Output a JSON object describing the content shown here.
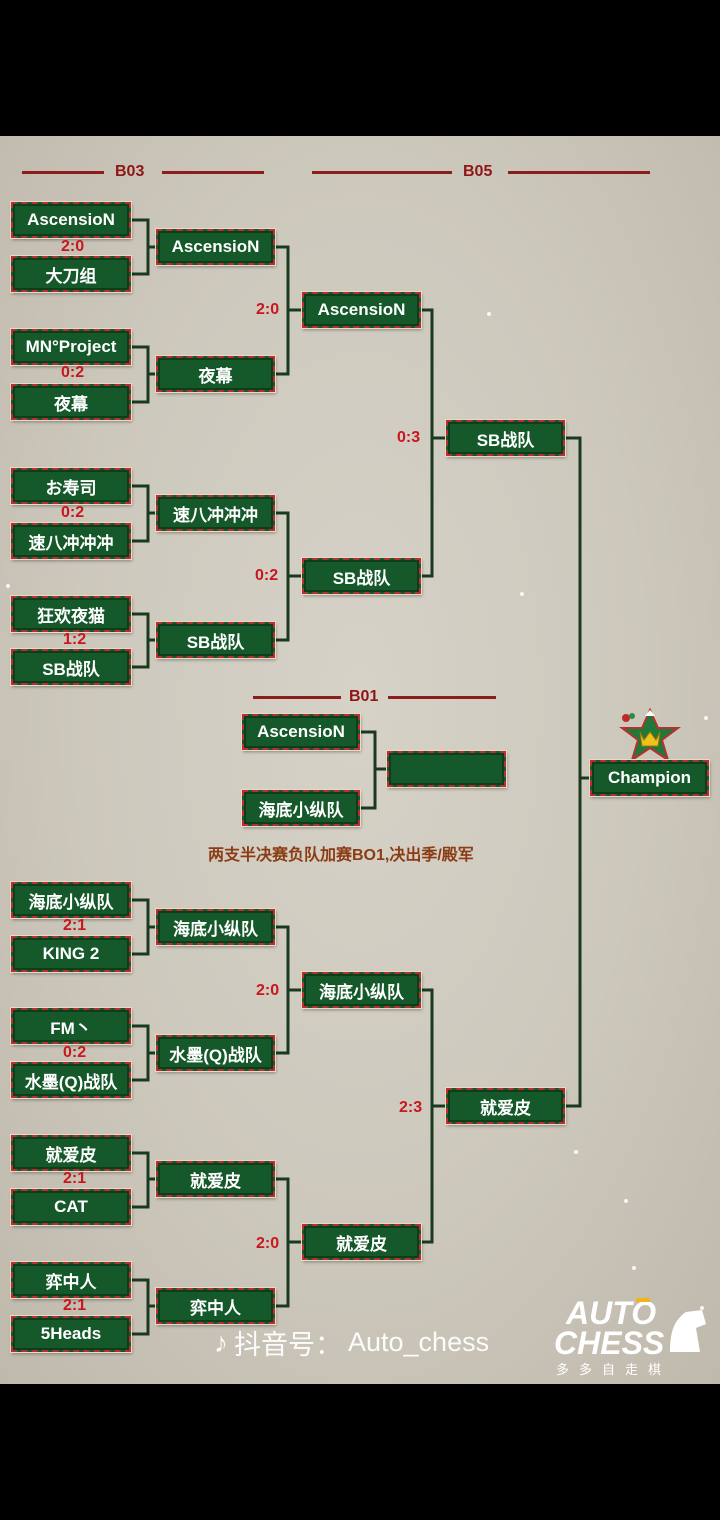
{
  "headers": {
    "bo3": "B03",
    "bo5": "B05",
    "bo1": "B01"
  },
  "upper": {
    "r1": [
      {
        "a": "AscensioN",
        "b": "大刀组",
        "score": "2:0"
      },
      {
        "a": "MN°Project",
        "b": "夜幕",
        "score": "0:2"
      },
      {
        "a": "お寿司",
        "b": "速八冲冲冲",
        "score": "0:2"
      },
      {
        "a": "狂欢夜猫",
        "b": "SB战队",
        "score": "1:2"
      }
    ],
    "r2": [
      {
        "a": "AscensioN",
        "b": "夜幕",
        "score": "2:0"
      },
      {
        "a": "速八冲冲冲",
        "b": "SB战队",
        "score": "0:2"
      }
    ],
    "r3": {
      "a": "AscensioN",
      "b": "SB战队",
      "score": "0:3"
    },
    "winner": "SB战队"
  },
  "lower": {
    "r1": [
      {
        "a": "海底小纵队",
        "b": "KING 2",
        "score": "2:1"
      },
      {
        "a": "FM丶",
        "b": "水墨(Q)战队",
        "score": "0:2"
      },
      {
        "a": "就爱皮",
        "b": "CAT",
        "score": "2:1"
      },
      {
        "a": "弈中人",
        "b": "5Heads",
        "score": "2:1"
      }
    ],
    "r2": [
      {
        "a": "海底小纵队",
        "b": "水墨(Q)战队",
        "score": "2:0"
      },
      {
        "a": "就爱皮",
        "b": "弈中人",
        "score": "2:0"
      }
    ],
    "r3": {
      "a": "海底小纵队",
      "b": "就爱皮",
      "score": "2:3"
    },
    "winner": "就爱皮"
  },
  "third_place": {
    "a": "AscensioN",
    "b": "海底小纵队",
    "result": "",
    "note": "两支半决赛负队加赛BO1,决出季/殿军"
  },
  "champion": {
    "label": "Champion"
  },
  "watermark": {
    "platform": "抖音号：",
    "account": "Auto_chess"
  },
  "logo": {
    "line1": "AUTO",
    "line2": "CHESS",
    "sub": "多多自走棋"
  },
  "colors": {
    "box": "#15582a",
    "border": "#b5302f",
    "line": "#1a3a1f",
    "score": "#c8171e",
    "header": "#8d1717",
    "note": "#8b3c14"
  }
}
